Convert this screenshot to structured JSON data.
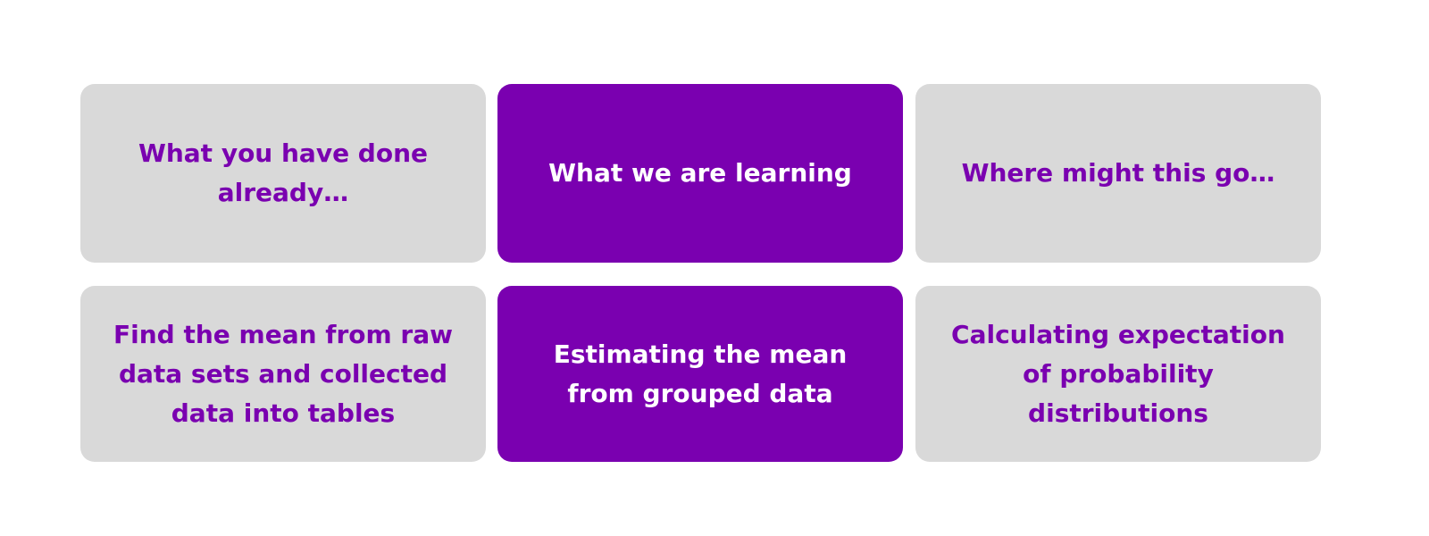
{
  "headers": [
    {
      "text": "What you have done already…"
    },
    {
      "text": "What we are learning"
    },
    {
      "text": "Where might this go…"
    }
  ],
  "contents": [
    {
      "text": "Find the mean from raw data sets and collected data into tables"
    },
    {
      "text": "Estimating the mean from grouped data"
    },
    {
      "text": "Calculating expectation of probability distributions"
    }
  ],
  "colors": {
    "accent": "#7a00b0",
    "grey": "#d9d9d9"
  }
}
